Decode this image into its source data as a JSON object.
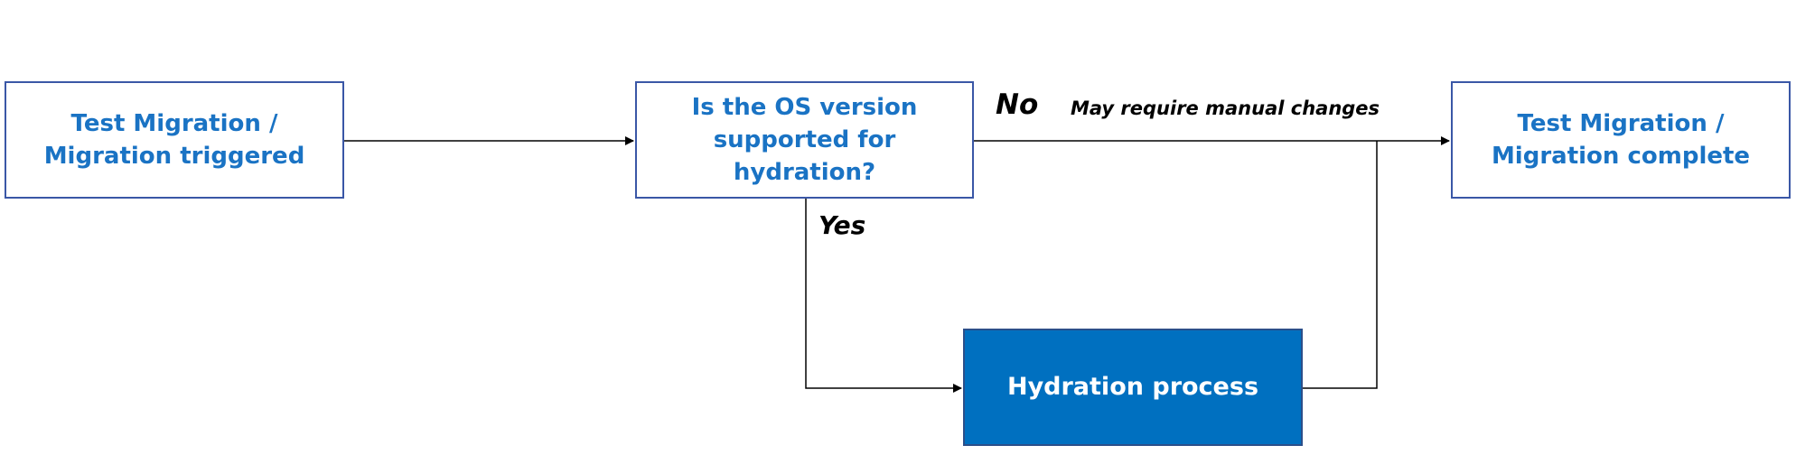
{
  "diagram": {
    "nodes": {
      "start": {
        "label": "Test Migration / Migration triggered"
      },
      "decision": {
        "label": "Is the OS version supported for hydration?"
      },
      "complete": {
        "label": "Test Migration / Migration complete"
      },
      "hydration": {
        "label": "Hydration process"
      }
    },
    "edges": {
      "no": {
        "label": "No",
        "note": "May require manual changes"
      },
      "yes": {
        "label": "Yes"
      }
    },
    "colors": {
      "node_text": "#1a73c4",
      "node_border": "#3a57a6",
      "process_fill": "#0070c0",
      "process_text": "#ffffff",
      "connector": "#000000"
    }
  }
}
